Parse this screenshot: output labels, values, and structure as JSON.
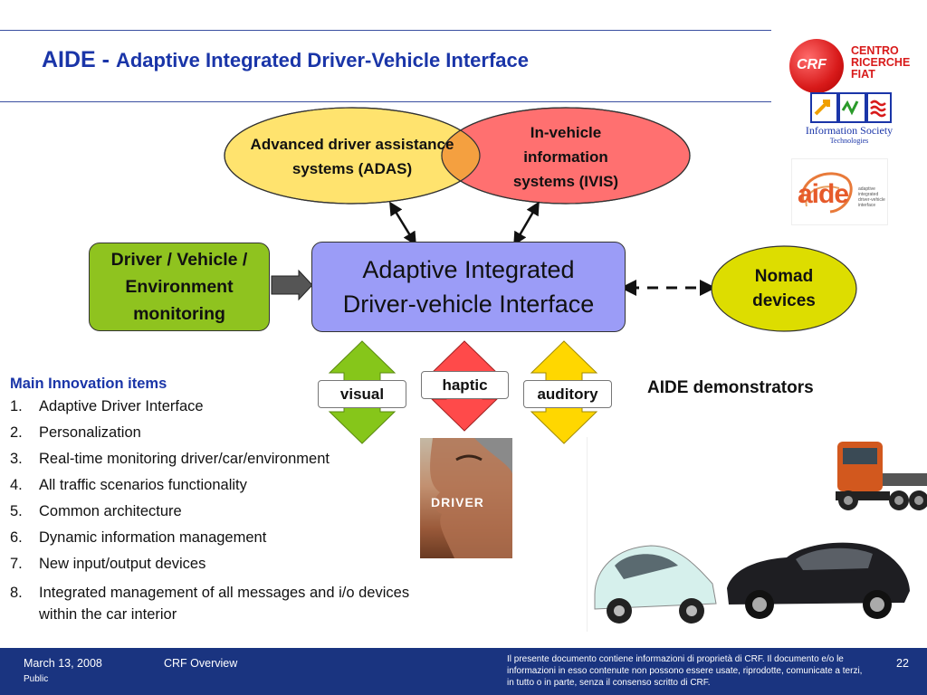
{
  "header": {
    "title_main": "AIDE - ",
    "title_sub": "Adaptive Integrated Driver-Vehicle Interface"
  },
  "logos": {
    "crf_circle": "CRF",
    "crf_text": [
      "CENTRO",
      "RICERCHE",
      "FIAT"
    ],
    "ist_line1": "Information Society",
    "ist_line2": "Technologies",
    "aide_word": "aide",
    "aide_tagline": [
      "adaptive",
      "integrated",
      "driver-vehicle",
      "interface"
    ]
  },
  "diagram": {
    "adas": "Advanced driver assistance systems (ADAS)",
    "ivis": "In-vehicle information systems (IVIS)",
    "monitoring": "Driver / Vehicle / Environment monitoring",
    "center": "Adaptive Integrated Driver-vehicle Interface",
    "nomad": "Nomad devices",
    "channels": [
      "visual",
      "haptic",
      "auditory"
    ]
  },
  "innovation": {
    "heading": "Main Innovation items",
    "items": [
      {
        "num": "1.",
        "text": "Adaptive Driver Interface"
      },
      {
        "num": "2.",
        "text": "Personalization"
      },
      {
        "num": "3.",
        "text": "Real-time monitoring driver/car/environment"
      },
      {
        "num": "4.",
        "text": "All traffic scenarios functionality"
      },
      {
        "num": "5.",
        "text": "Common architecture"
      },
      {
        "num": "6.",
        "text": "Dynamic information management"
      },
      {
        "num": "7.",
        "text": "New input/output devices"
      },
      {
        "num": "8.",
        "text": "Integrated management of all messages and i/o devices within the car interior"
      }
    ]
  },
  "demonstrators": {
    "title": "AIDE demonstrators",
    "driver_label": "DRIVER"
  },
  "footer": {
    "date": "March 13, 2008",
    "classification": "Public",
    "section": "CRF Overview",
    "disclaimer": "Il presente  documento contiene informazioni di proprietà di CRF. Il documento e/o le informazioni in esso contenute non possono essere usate, riprodotte, comunicate a terzi, in tutto o in parte, senza il consenso scritto di CRF.",
    "page": "22"
  },
  "colors": {
    "title_blue": "#1a35a8",
    "adas_fill": "#ffe36e",
    "ivis_fill": "#ff7070",
    "monitoring_fill": "#8fc31f",
    "center_fill": "#9b9cf7",
    "nomad_fill": "#dddd00",
    "footer_bg": "#1a3480"
  }
}
